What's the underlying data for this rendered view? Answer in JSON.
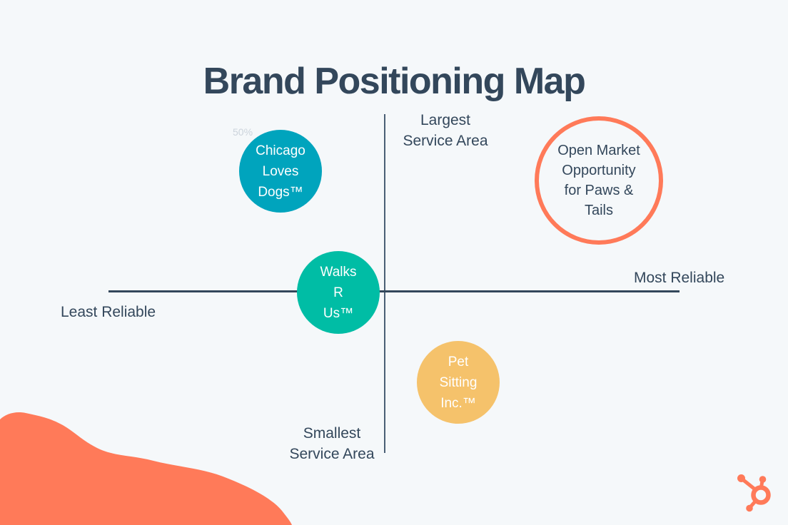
{
  "title": "Brand Positioning Map",
  "watermark": {
    "text": "50%"
  },
  "colors": {
    "background": "#f5f8fa",
    "ink": "#33475b",
    "teal": "#00a4bd",
    "green": "#00bda5",
    "yellow": "#f5c26b",
    "coral": "#ff7a59"
  },
  "branding": {
    "logo_icon": "hubspot-sprocket-icon",
    "logo_color": "#ff7a59"
  },
  "chart_data": {
    "type": "scatter",
    "title": "Brand Positioning Map",
    "legend": "none",
    "grid": false,
    "x_axis": {
      "left_label": "Least Reliable",
      "right_label": "Most Reliable",
      "range": [
        -1,
        1
      ]
    },
    "y_axis": {
      "top_label": "Largest Service Area",
      "top_label_lines": [
        "Largest",
        "Service Area"
      ],
      "bottom_label": "Smallest Service Area",
      "bottom_label_lines": [
        "Smallest",
        "Service Area"
      ],
      "range": [
        -1,
        1
      ]
    },
    "points": [
      {
        "label": "Chicago Loves Dogs™",
        "label_lines": [
          "Chicago",
          "Loves",
          "Dogs™"
        ],
        "x": -0.38,
        "y": 0.68,
        "style": "filled",
        "color": "#00a4bd"
      },
      {
        "label": "Walks R Us™",
        "label_lines": [
          "Walks",
          "R",
          "Us™"
        ],
        "x": -0.17,
        "y": 0.0,
        "style": "filled",
        "color": "#00bda5"
      },
      {
        "label": "Pet Sitting Inc.™",
        "label_lines": [
          "Pet",
          "Sitting",
          "Inc.™"
        ],
        "x": 0.25,
        "y": -0.56,
        "style": "filled",
        "color": "#f5c26b"
      },
      {
        "label": "Open Market Opportunity for Paws & Tails",
        "label_lines": [
          "Open Market",
          "Opportunity",
          "for Paws &",
          "Tails"
        ],
        "x": 0.73,
        "y": 0.63,
        "style": "outlined",
        "color": "#ff7a59"
      }
    ]
  }
}
